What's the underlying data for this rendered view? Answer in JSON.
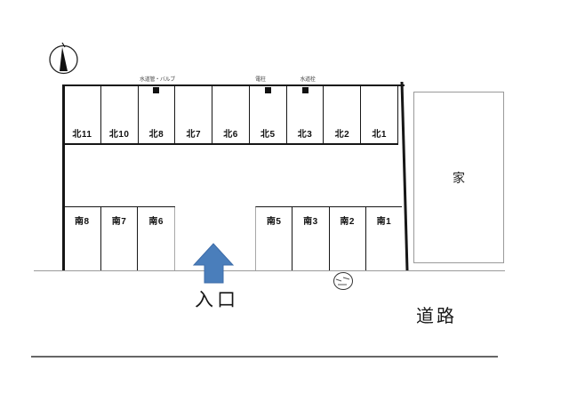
{
  "compass": {
    "name": "north-compass"
  },
  "utility_notes": [
    {
      "text": "水道管・バルブ"
    },
    {
      "text": "電柱"
    },
    {
      "text": "水道栓"
    }
  ],
  "north_stalls": [
    {
      "label": "北11"
    },
    {
      "label": "北10"
    },
    {
      "label": "北8"
    },
    {
      "label": "北7"
    },
    {
      "label": "北6"
    },
    {
      "label": "北5"
    },
    {
      "label": "北3"
    },
    {
      "label": "北2"
    },
    {
      "label": "北1"
    }
  ],
  "south_stalls_left": [
    {
      "label": "南8"
    },
    {
      "label": "南7"
    },
    {
      "label": "南6"
    }
  ],
  "south_stalls_right": [
    {
      "label": "南5"
    },
    {
      "label": "南3"
    },
    {
      "label": "南2"
    },
    {
      "label": "南1"
    }
  ],
  "entrance": {
    "label": "入口"
  },
  "house": {
    "label": "家"
  },
  "road": {
    "label": "道路"
  },
  "colors": {
    "arrow_fill": "#4a7ebb",
    "arrow_stroke": "#3d6ca8",
    "line_dark": "#161616",
    "line_gray": "#9a9a9a"
  }
}
